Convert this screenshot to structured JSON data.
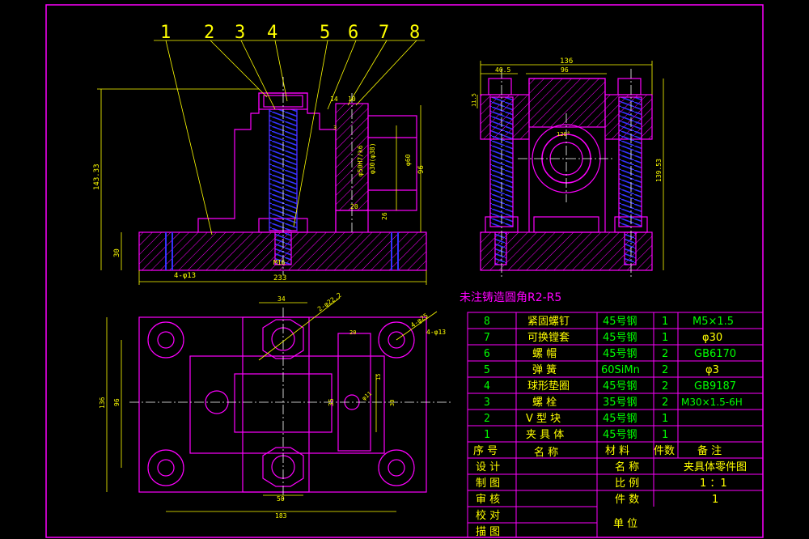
{
  "colors": {
    "background": "#000000",
    "outline": "#ff00ff",
    "dimension": "#ffff00",
    "title_text": "#00ff00",
    "cjk_text": "#ffff00",
    "hatch": "#ff00ff",
    "spring": "#3333ff",
    "centerline": "#ffffff"
  },
  "balloons": [
    "1",
    "2",
    "3",
    "4",
    "5",
    "6",
    "7",
    "8"
  ],
  "front_view": {
    "dim_height_total": "143.33",
    "dim_base_height": "30",
    "dim_base_width": "233",
    "dim_hole": "4-φ13",
    "dim_thread": "M16",
    "dim_top": "10",
    "dim_slot": "14",
    "dim_20": "20",
    "dim_26": "26",
    "dim_96": "96",
    "dim_s3": "3",
    "dim_bore_a": "φ50H7/k6",
    "dim_bore_b": "φ30(φ38)",
    "dim_60": "φ60"
  },
  "side_view": {
    "dim_width": "136",
    "dim_96": "96",
    "dim_offset": "40.5",
    "dim_11": "11.5",
    "dim_height": "139.53",
    "dim_angle": "120°"
  },
  "top_view": {
    "dim_center": "34",
    "dim_bolt": "2-φ22.2",
    "dim_corner": "4-φ25",
    "dim_corner2": "4-φ13",
    "dim_136": "136",
    "dim_96": "96",
    "dim_35": "35",
    "dim_20": "20",
    "dim_15": "15",
    "dim_11": "φ11",
    "dim_30": "30",
    "dim_50": "50",
    "dim_183": "183"
  },
  "note": "未注铸造圆角R2-R5",
  "parts_table": [
    {
      "no": "8",
      "name": "紧固螺钉",
      "material": "45号钢",
      "qty": "1",
      "remark": "M5×1.5"
    },
    {
      "no": "7",
      "name": "可换镗套",
      "material": "45号钢",
      "qty": "1",
      "remark": "φ30"
    },
    {
      "no": "6",
      "name": "螺 帽",
      "material": "45号钢",
      "qty": "2",
      "remark": "GB6170"
    },
    {
      "no": "5",
      "name": "弹 簧",
      "material": "60SiMn",
      "qty": "2",
      "remark": "φ3"
    },
    {
      "no": "4",
      "name": "球形垫圈",
      "material": "45号钢",
      "qty": "2",
      "remark": "GB9187"
    },
    {
      "no": "3",
      "name": "螺 栓",
      "material": "35号钢",
      "qty": "2",
      "remark": "M30×1.5-6H"
    },
    {
      "no": "2",
      "name": "V 型 块",
      "material": "45号钢",
      "qty": "1",
      "remark": ""
    },
    {
      "no": "1",
      "name": "夹 具 体",
      "material": "45号钢",
      "qty": "1",
      "remark": ""
    }
  ],
  "table_header": {
    "no": "序 号",
    "name": "名 称",
    "material": "材 料",
    "qty": "件数",
    "remark": "备 注"
  },
  "title_block": {
    "design": "设 计",
    "drafting": "制 图",
    "review": "审 核",
    "proofread": "校 对",
    "trace": "描 图",
    "name_label": "名 称",
    "name_value": "夹具体零件图",
    "scale_label": "比 例",
    "scale_value": "1 ：1",
    "count_label": "件 数",
    "count_value": "1",
    "unit_label": "单 位"
  }
}
